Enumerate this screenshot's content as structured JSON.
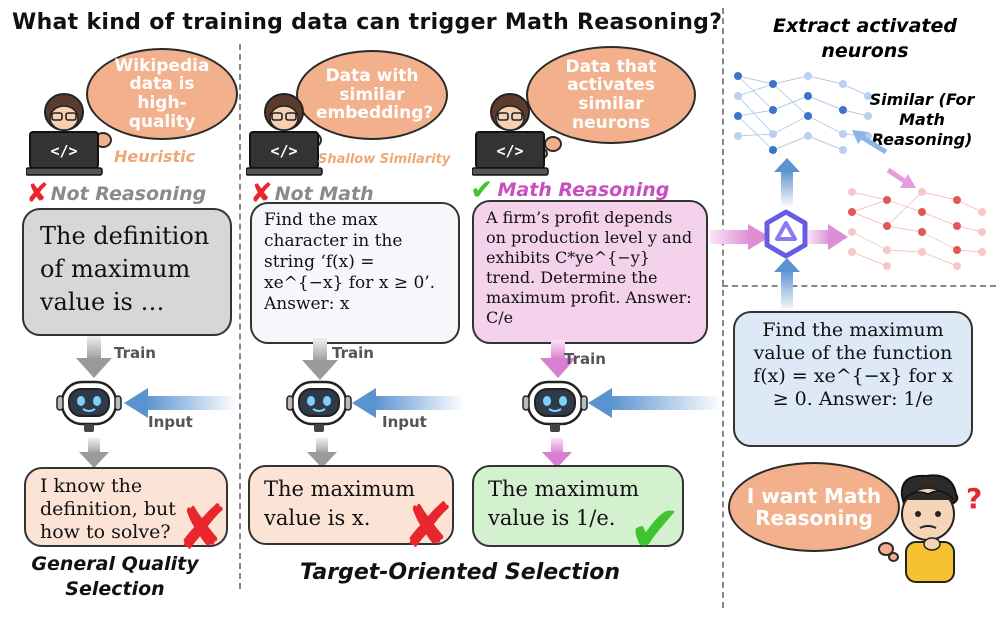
{
  "title": "What kind of training data can trigger Math Reasoning?",
  "columns": [
    {
      "thought": "Wikipedia data is high-quality",
      "method": "Heuristic",
      "status": "Not Reasoning",
      "data_text": "The definition of maximum value is …",
      "train": "Train",
      "input": "Input",
      "output": "I know the definition, but how to solve?"
    },
    {
      "thought": "Data with similar embedding?",
      "method": "Shallow Similarity",
      "status": "Not Math",
      "data_text": "Find the max character in the string ‘f(x) = xe^{−x} for x ≥ 0’. Answer: x",
      "train": "Train",
      "input": "Input",
      "output": "The maximum value is x."
    },
    {
      "thought": "Data that activates similar neurons",
      "method": "",
      "status": "Math Reasoning",
      "data_text": "A firm’s profit depends on production level y and exhibits C*ye^{−y} trend. Determine the maximum profit. Answer: C/e",
      "train": "Train",
      "input": "",
      "output": "The maximum value is 1/e."
    }
  ],
  "captions": {
    "general": "General Quality Selection",
    "target": "Target-Oriented Selection"
  },
  "right_panel": {
    "extract": "Extract activated neurons",
    "similar": "Similar (For Math Reasoning)",
    "query": "Find the maximum value of the function f(x) = xe^{−x} for x ≥ 0. Answer: 1/e",
    "want": "I want Math Reasoning"
  },
  "colors": {
    "cloud": "#f2b08c",
    "method_orange": "#f0a776",
    "status_gray": "#8a8a8a",
    "status_pink": "#c94fc0",
    "red_x": "#e8262b",
    "green_check": "#3ec42f",
    "activate_red": "#e32222",
    "input_arrow": "#7aa6d6",
    "train_pink": "#e79be0",
    "train_gray": "#bdbdbd"
  }
}
